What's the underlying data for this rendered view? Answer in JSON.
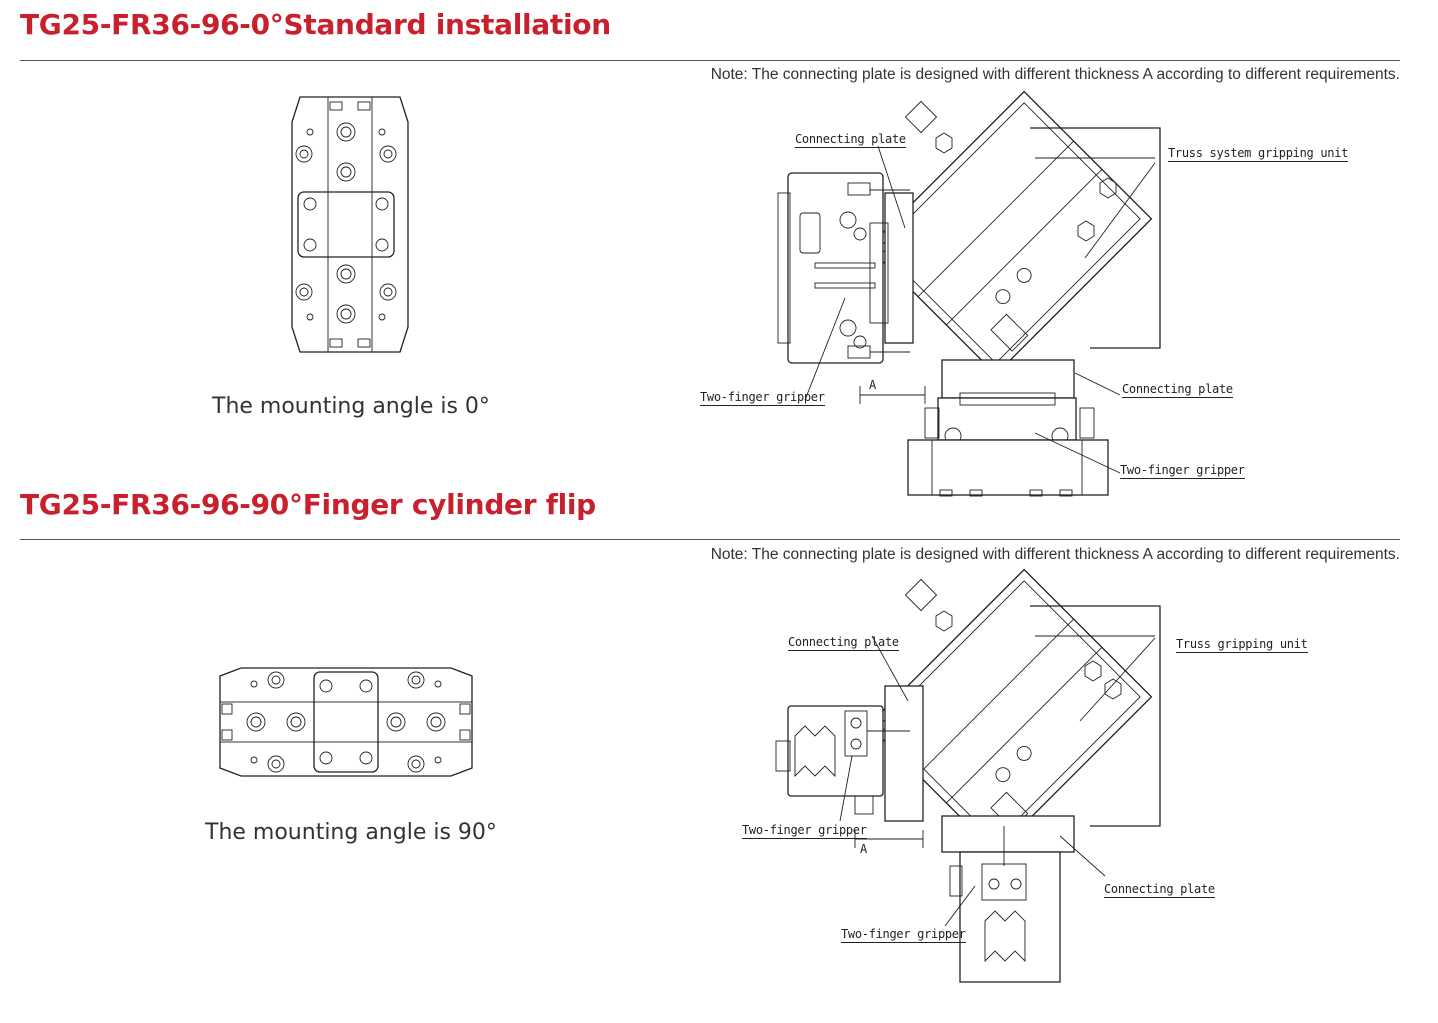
{
  "sections": [
    {
      "title": "TG25-FR36-96-0°Standard installation",
      "note": "Note: The connecting plate is designed with different thickness A according to different requirements.",
      "caption": "The mounting angle is 0°",
      "labels": {
        "connecting_plate_top": "Connecting plate",
        "gripping_unit": "Truss system gripping unit",
        "two_finger_gripper_left": "Two-finger gripper",
        "dimension_a": "A",
        "connecting_plate_bottom": "Connecting plate",
        "two_finger_gripper_bottom": "Two-finger gripper"
      }
    },
    {
      "title": "TG25-FR36-96-90°Finger cylinder flip",
      "note": "Note: The connecting plate is designed with different thickness A according to different requirements.",
      "caption": "The mounting angle is 90°",
      "labels": {
        "connecting_plate_top": "Connecting plate",
        "gripping_unit": "Truss gripping unit",
        "two_finger_gripper_left": "Two-finger gripper",
        "dimension_a": "A",
        "connecting_plate_bottom": "Connecting plate",
        "two_finger_gripper_bottom": "Two-finger gripper"
      }
    }
  ],
  "colors": {
    "title": "#c8202d",
    "rule": "#555555",
    "line": "#222222"
  }
}
